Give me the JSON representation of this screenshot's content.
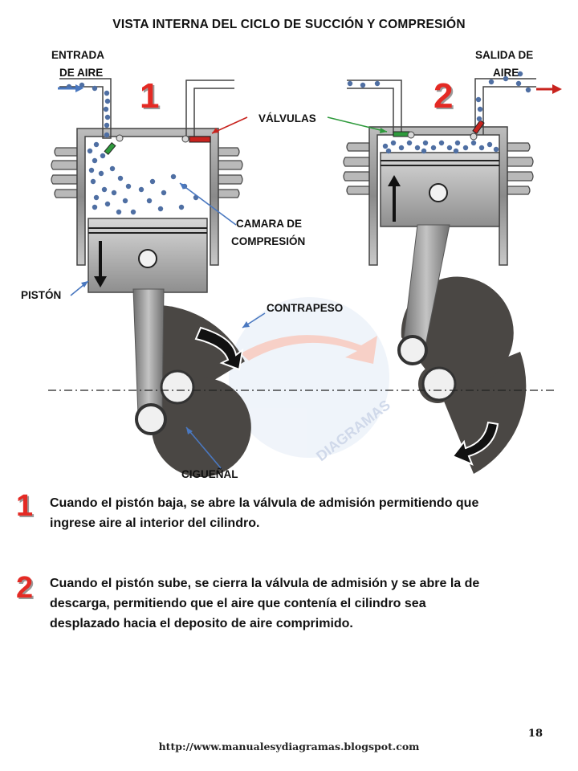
{
  "title": "VISTA INTERNA DEL CICLO DE SUCCIÓN Y COMPRESIÓN",
  "labels": {
    "entrada_line1": "ENTRADA",
    "entrada_line2": "DE AIRE",
    "salida_line1": "SALIDA DE",
    "salida_line2": "AIRE",
    "valvulas": "VÁLVULAS",
    "camara_line1": "CAMARA DE",
    "camara_line2": "COMPRESIÓN",
    "piston": "PISTÓN",
    "contrapeso": "CONTRAPESO",
    "cigueñal": "CIGUEÑAL"
  },
  "diagram_numbers": {
    "one": "1",
    "two": "2"
  },
  "watermark": {
    "text": "DIAGRAMAS"
  },
  "steps": [
    {
      "number": "1",
      "line1": "Cuando el pistón baja, se abre la válvula de admisión permitiendo que",
      "line2": "ingrese aire al interior del cilindro."
    },
    {
      "number": "2",
      "line1": "Cuando el pistón sube, se cierra la válvula de admisión y se abre la de",
      "line2": "descarga, permitiendo que el aire que contenía el cilindro sea",
      "line3": "desplazado hacia el deposito de aire comprimido."
    }
  ],
  "footer": {
    "page_number": "18",
    "url": "http://www.manualesydiagramas.blogspot.com"
  },
  "colors": {
    "accent_red": "#e42a24",
    "air_dots": "#4f6fa3",
    "valve_green": "#2e9a3c",
    "valve_red": "#c8231e",
    "arrow_blue": "#4a78c0",
    "metal_dark": "#4a4744"
  }
}
